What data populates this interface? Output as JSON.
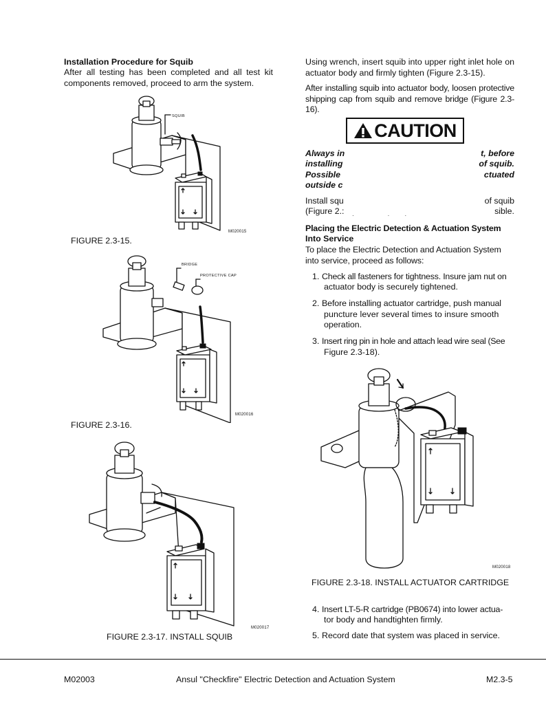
{
  "left": {
    "heading": "Installation Procedure for Squib",
    "intro": "After all testing has been completed and all test kit components removed, proceed to arm the system.",
    "fig15": {
      "caption": "FIGURE 2.3-15.",
      "code": "M020015",
      "callouts": [
        "SQUIB"
      ]
    },
    "fig16": {
      "caption": "FIGURE 2.3-16.",
      "code": "M020016",
      "callouts": [
        "BRIDGE",
        "PROTECTIVE CAP"
      ]
    },
    "fig17": {
      "caption": "FIGURE 2.3-17. INSTALL SQUIB",
      "code": "M020017"
    }
  },
  "right": {
    "p1": "Using wrench, insert squib into upper right inlet hole on actuator body and firmly tighten (Figure 2.3-15).",
    "p2": "After installing squib into actuator body, loosen protective shipping cap from squib and remove bridge (Figure 2.3-16).",
    "caution_label": "CAUTION",
    "caution_lines": [
      {
        "left": "Always in",
        "right": "t, before"
      },
      {
        "left": "installing",
        "right": "of squib."
      },
      {
        "left": "Possible",
        "right": "ctuated"
      },
      {
        "left": "outside c",
        "right": ""
      }
    ],
    "install_lines": [
      {
        "left": "Install squ",
        "right": "of squib"
      },
      {
        "left": "(Figure 2.:",
        "right": "sible."
      }
    ],
    "heading2_line1": "Placing the Electric Detection & Actuation System",
    "heading2_line2": "Into Service",
    "intro2": "To place the Electric Detection and Actuation System into service, proceed as follows:",
    "steps": [
      {
        "num": "1.",
        "line1": "Check all fasteners for tightness. Insure jam nut on",
        "line2": "actuator body is securely tightened."
      },
      {
        "num": "2.",
        "line1": "Before installing actuator cartridge, push manual",
        "line2": "puncture lever several times to insure smooth",
        "line3": "operation."
      },
      {
        "num": "3.",
        "line1": "Insert ring pin in hole and attach lead wire seal (See",
        "line2": "Figure 2.3-18)."
      }
    ],
    "fig18": {
      "caption": "FIGURE 2.3-18. INSTALL ACTUATOR CARTRIDGE",
      "code": "M020018"
    },
    "steps2": [
      {
        "num": "4.",
        "line1": "Insert LT-5-R cartridge (PB0674) into lower actua-",
        "line2": "tor body and handtighten firmly."
      },
      {
        "num": "5.",
        "line1": "Record date that system was placed in service."
      }
    ]
  },
  "footer": {
    "left": "M02003",
    "center": "Ansul \"Checkfire\" Electric Detection and Actuation System",
    "right": "M2.3-5"
  }
}
